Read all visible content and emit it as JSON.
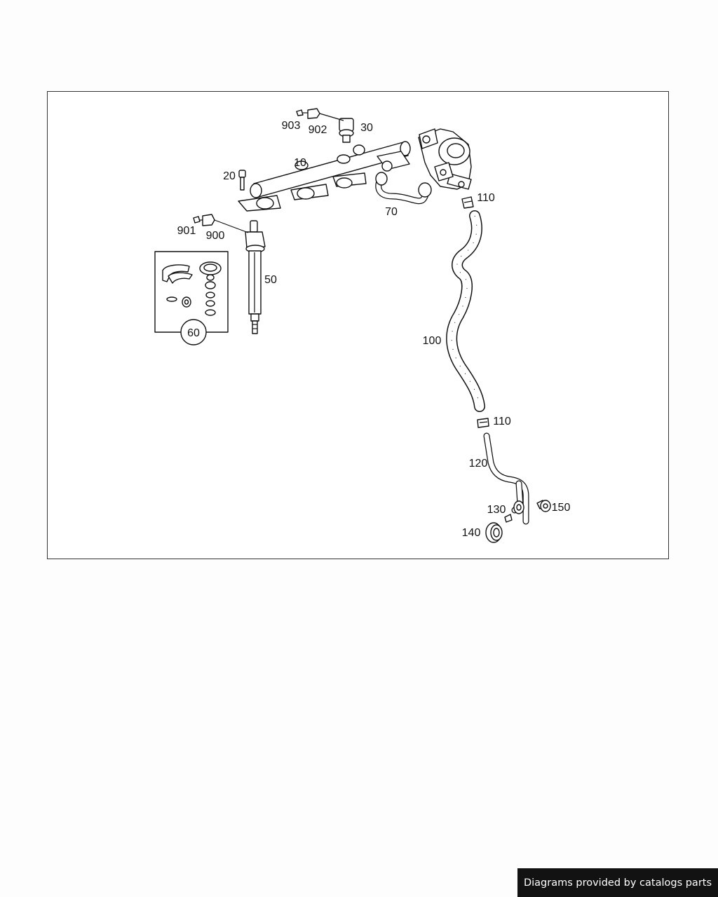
{
  "diagram": {
    "callouts": {
      "c903": "903",
      "c902": "902",
      "c30": "30",
      "c10": "10",
      "c20": "20",
      "c70": "70",
      "c110a": "110",
      "c901": "901",
      "c900": "900",
      "c50": "50",
      "c60": "60",
      "c100": "100",
      "c110b": "110",
      "c120": "120",
      "c130": "130",
      "c150": "150",
      "c140": "140"
    }
  },
  "footer": {
    "credit": "Diagrams provided by catalogs parts"
  }
}
